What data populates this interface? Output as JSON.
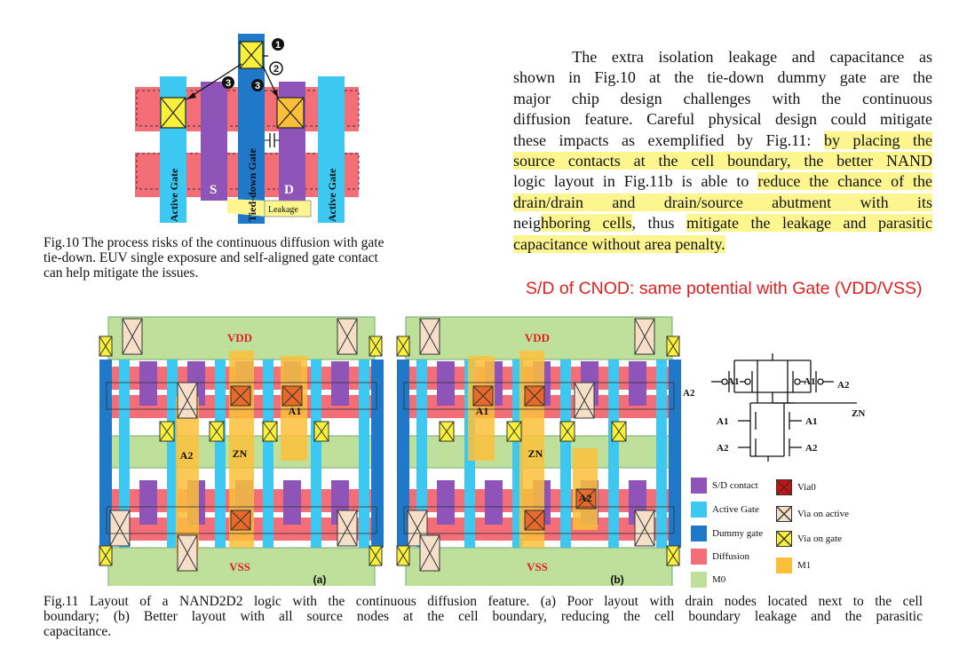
{
  "fig10": {
    "labels": {
      "active_gate": "Active Gate",
      "tied_down_gate": "Tied-down Gate",
      "s": "S",
      "d": "D",
      "leakage": "Leakage"
    },
    "markers": [
      "1",
      "2",
      "3",
      "3"
    ],
    "caption": "Fig.10 The process risks of the continuous diffusion with gate tie-down. EUV single exposure and self-aligned gate contact can help mitigate the issues.",
    "caption_lines": [
      "Fig.10 The process risks of the continuous diffusion with gate",
      "tie-down. EUV single exposure and self-aligned gate contact",
      "can help mitigate the issues."
    ]
  },
  "paragraph": {
    "lines": [
      [
        "    The extra isolation leakage and capacitance as",
        ""
      ],
      [
        "shown in Fig.10 at the tie-down dummy gate are the",
        ""
      ],
      [
        "major chip design challenges with the continuous",
        ""
      ],
      [
        "diffusion feature. Careful physical design could mitigate",
        ""
      ],
      [
        "these impacts as exemplified by Fig.11: ",
        "by placing the"
      ],
      [
        "",
        "source contacts at the cell boundary, the better NAND"
      ],
      [
        "logic layout in Fig.11b is able to ",
        "reduce the chance of the"
      ],
      [
        "",
        "drain/drain and drain/source abutment with its"
      ],
      [
        "neig",
        "hboring cells",
        ", thus ",
        "mitigate the leakage and parasitic"
      ],
      [
        "",
        "capacitance without area penalty."
      ]
    ]
  },
  "annotation": "S/D of CNOD: same potential with Gate (VDD/VSS)",
  "fig11": {
    "vdd": "VDD",
    "vss": "VSS",
    "panel_a": "(a)",
    "panel_b": "(b)",
    "labels_a": {
      "a1": "A1",
      "a2": "A2",
      "zn": "ZN"
    },
    "labels_b": {
      "a1": "A1",
      "a2": "A2",
      "zn": "ZN"
    },
    "schematic": {
      "a1": "A1",
      "a2": "A2",
      "zn": "ZN"
    },
    "legend": [
      {
        "label": "S/D contact",
        "color": "#8e54b7"
      },
      {
        "label": "Active Gate",
        "color": "#3cc8f0"
      },
      {
        "label": "Dummy gate",
        "color": "#1f78c8"
      },
      {
        "label": "Diffusion",
        "color": "#f46e78"
      },
      {
        "label": "M0",
        "color": "#bfe09a"
      },
      {
        "label": "Via0",
        "color": "#cc1010"
      },
      {
        "label": "Via on active",
        "color": "#f5dfc8"
      },
      {
        "label": "Via on gate",
        "color": "#f8f03a"
      },
      {
        "label": "M1",
        "color": "#fbbf3a"
      }
    ],
    "caption_lines": [
      "Fig.11 Layout of a NAND2D2 logic with the continuous diffusion feature. (a) Poor layout with drain nodes located next to the cell",
      "boundary; (b) Better layout with all source nodes at the cell boundary, reducing the cell boundary leakage and the parasitic",
      "capacitance."
    ]
  }
}
